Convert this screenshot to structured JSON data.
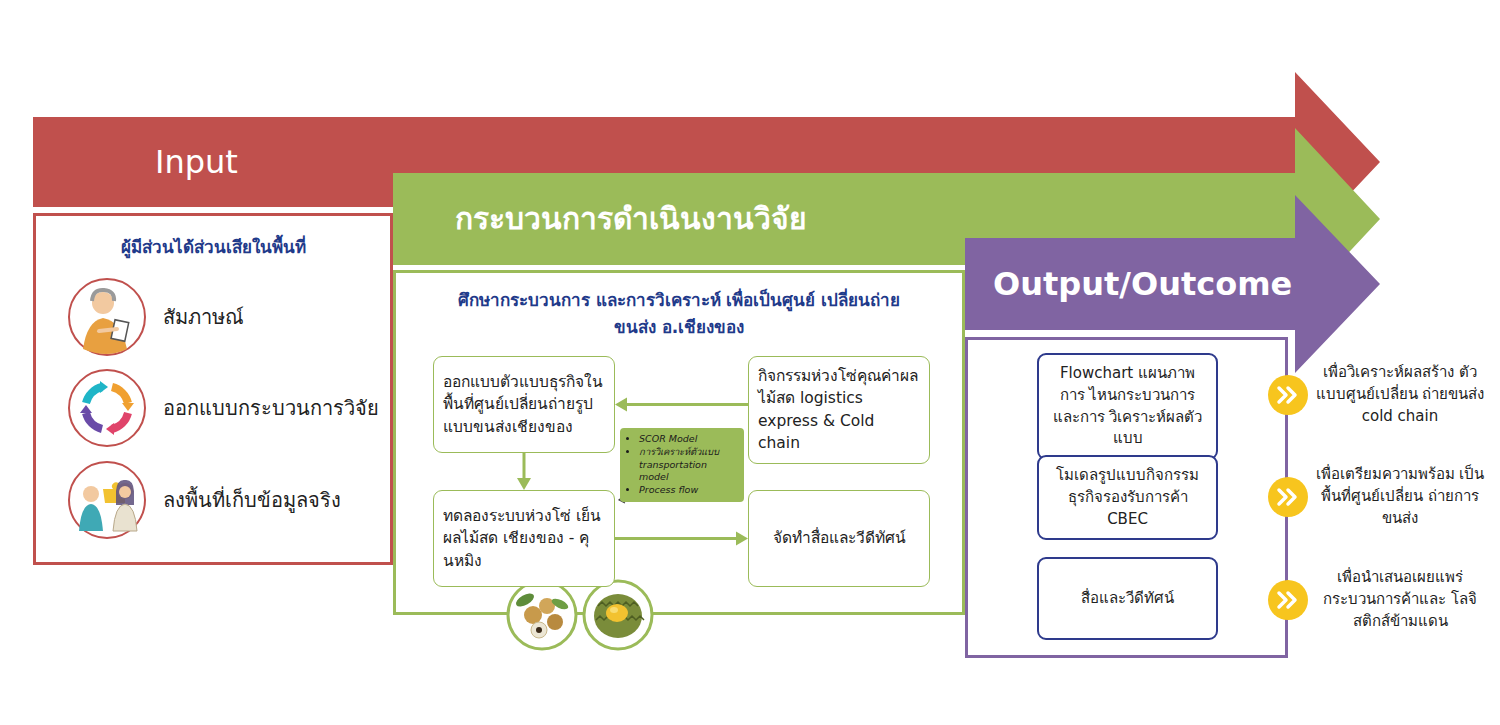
{
  "diagram": {
    "nodes": [
      {
        "text": [
          "Input"
        ]
      },
      {
        "text": [
          "ผู้มีส่วนได้ส่วนเสียในพื้นที่"
        ]
      },
      {
        "text": [
          "สัมภาษณ์"
        ],
        "in": 1
      },
      {
        "text": [
          "ออกแบบกระบวนการวิจัย"
        ],
        "in": 1
      },
      {
        "text": [
          "ลงพื้นที่เก็บข้อมูลจริง"
        ],
        "in": 1
      },
      {
        "text": [
          "กระบวนการดำเนินงานวิจัย"
        ]
      },
      {
        "text": [
          "ศึกษากระบวนการ และการวิเคราะห์ เพื่อเป็นศูนย์ เปลี่ยนถ่ายขนส่ง อ.เชียงของ"
        ]
      },
      {
        "text": [
          "ออกแบบตัวแบบธุรกิจใน พื้นที่ศูนย์เปลี่ยนถ่ายรูป แบบขนส่งเชียงของ"
        ],
        "in": 6
      },
      {
        "text": [
          "กิจกรรมห่วงโซ่คุณค่าผล ไม้สด logistics express & Cold chain"
        ],
        "in": 6
      },
      {
        "text": [
          "SCOR Model",
          "การวิเคราะห์ตัวแบบ transportation model",
          "Process flow"
        ],
        "in": 6
      },
      {
        "text": [
          "ทดลองระบบห่วงโซ่ เย็นผลไม้สด เชียงของ - คุนหมิง"
        ],
        "in": 6
      },
      {
        "text": [
          "จัดทำสื่อและวีดีทัศน์"
        ],
        "in": 6
      },
      {
        "text": [
          "Output/Outcome"
        ]
      },
      {
        "text": [
          "Flowchart แผนภาพการ ไหนกระบวนการและการ วิเคราะห์ผลตัวแบบ"
        ]
      },
      {
        "text": [
          "โมเดลรูปแบบกิจกรรม ธุรกิจรองรับการค้า CBEC"
        ]
      },
      {
        "text": [
          "สื่อและวีดีทัศน์"
        ]
      }
    ],
    "edges": [
      {
        "from": 8,
        "to": 7,
        "arrow": "to"
      },
      {
        "from": 7,
        "to": 10,
        "arrow": "to"
      },
      {
        "from": 10,
        "to": 11,
        "arrow": "to"
      }
    ],
    "labels": [
      "เพื่อวิเคราะห์ผลสร้าง ตัวแบบศูนย์เปลี่ยน ถ่ายขนส่ง cold chain",
      "เพื่อเตรียมความพร้อม เป็นพื้นที่ศูนย์เปลี่ยน ถ่ายการขนส่ง",
      "เพื่อนำเสนอเผยแพร่ กระบวนการค้าและ โลจิสติกส์ข้ามแดน"
    ]
  }
}
